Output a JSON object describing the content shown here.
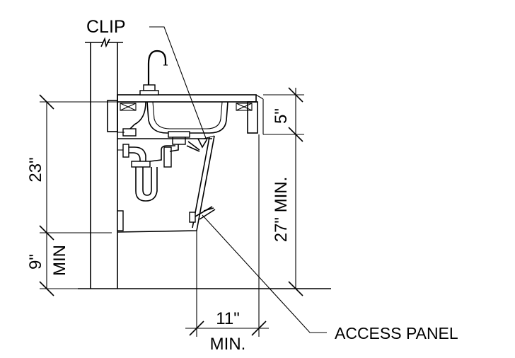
{
  "labels": {
    "clip": "CLIP",
    "access_panel": "ACCESS PANEL",
    "counter_height": "23\"",
    "knee_height_value": "9\"",
    "knee_height_min": "MIN",
    "top_depth": "5\"",
    "knee_clearance": "27\" MIN.",
    "toe_depth_value": "11\"",
    "toe_depth_min": "MIN."
  }
}
